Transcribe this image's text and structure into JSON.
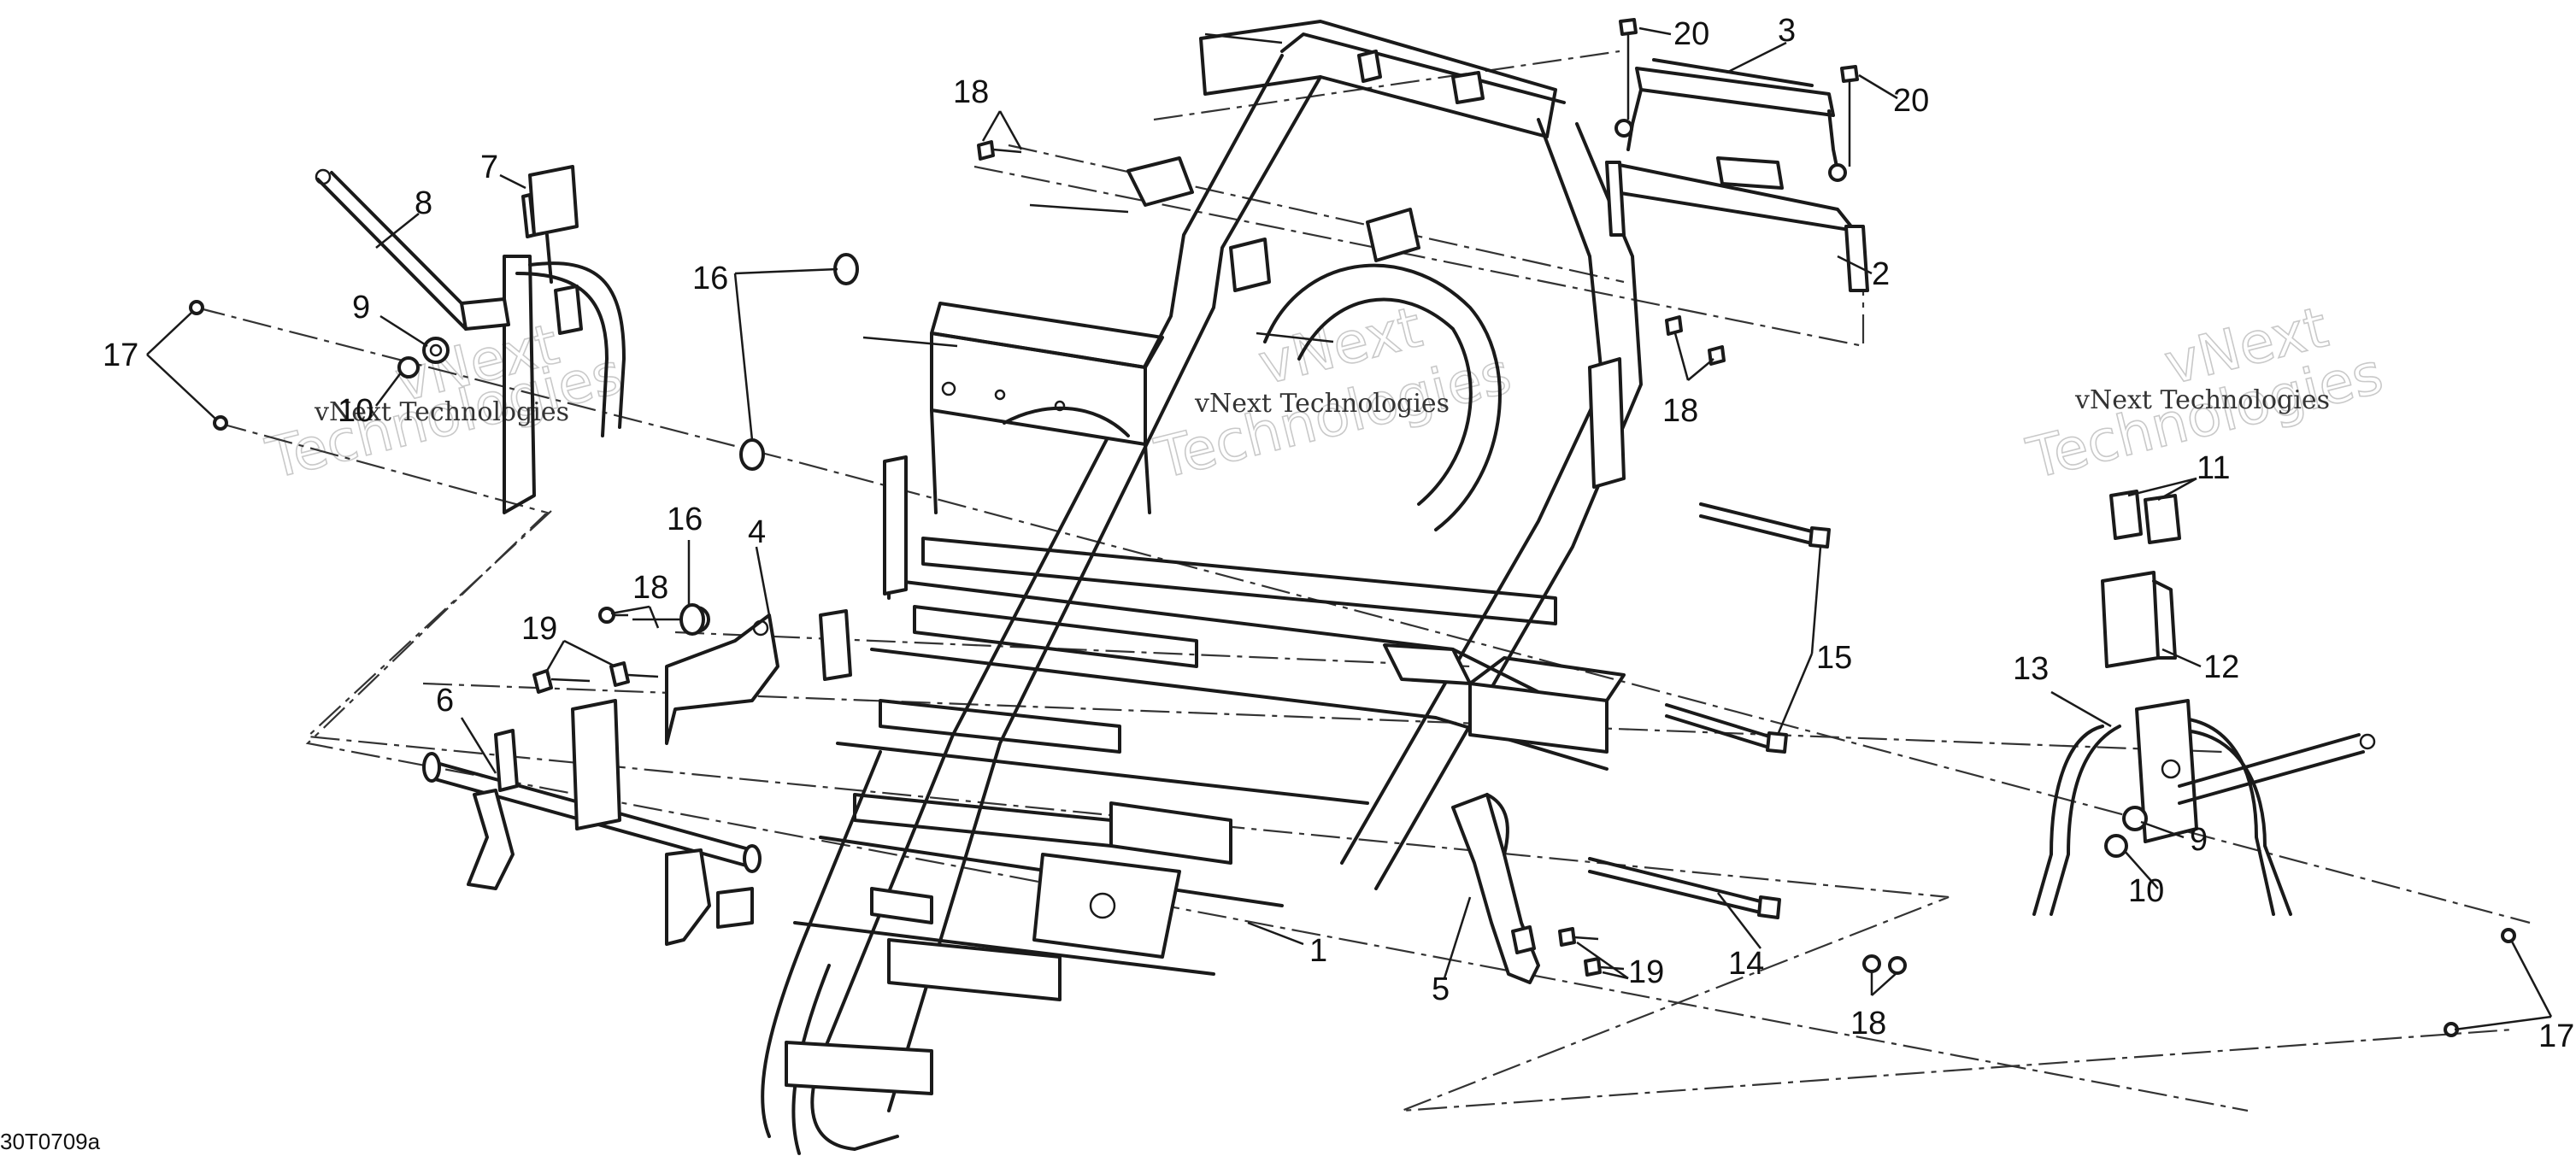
{
  "diagram_code": "30T0709a",
  "watermark": {
    "line1": "vNext",
    "line2": "Technologies",
    "combined": "vNext Technologies"
  },
  "callouts": {
    "c1": "1",
    "c2": "2",
    "c3": "3",
    "c4": "4",
    "c5": "5",
    "c6": "6",
    "c7": "7",
    "c8": "8",
    "c9a": "9",
    "c9b": "9",
    "c10a": "10",
    "c10b": "10",
    "c11": "11",
    "c12": "12",
    "c13": "13",
    "c14": "14",
    "c15": "15",
    "c16a": "16",
    "c16b": "16",
    "c17a": "17",
    "c17b": "17",
    "c18a": "18",
    "c18b": "18",
    "c18c": "18",
    "c18d": "18",
    "c19a": "19",
    "c19b": "19",
    "c20a": "20",
    "c20b": "20"
  }
}
